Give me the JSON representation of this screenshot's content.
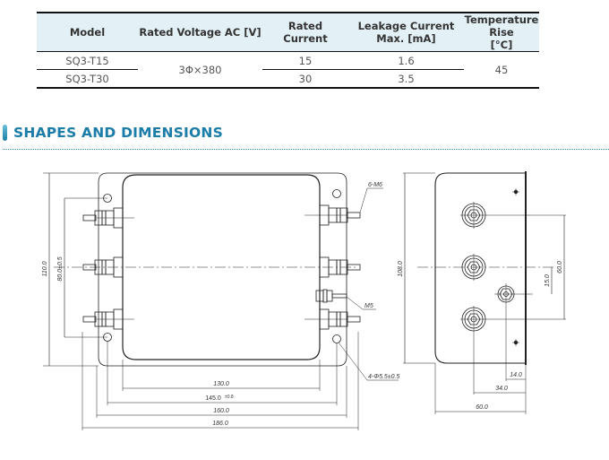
{
  "spec_table": {
    "headers": [
      "Model",
      "Rated Voltage AC [V]",
      "Rated\nCurrent",
      "Leakage Current\nMax. [mA]",
      "Temperature Rise\n[°C]"
    ],
    "header_lines": {
      "model": "Model",
      "voltage": "Rated Voltage AC [V]",
      "current_1": "Rated",
      "current_2": "Current",
      "leak_1": "Leakage Current",
      "leak_2": "Max. [mA]",
      "temp_1": "Temperature Rise",
      "temp_2": "[°C]"
    },
    "rows": [
      {
        "model": "SQ3-T15",
        "rated_current": "15",
        "leakage": "1.6"
      },
      {
        "model": "SQ3-T30",
        "rated_current": "30",
        "leakage": "3.5"
      }
    ],
    "shared_voltage": "3Φ×380",
    "shared_temp_rise": "45"
  },
  "section": {
    "title": "SHAPES AND DIMENSIONS",
    "accent_color": "#1b7da8"
  },
  "drawing": {
    "front_view": {
      "height_total": "110.0",
      "terminal_pitch": "80.0±0.5",
      "terminal_callout": "6-M6",
      "ground_callout": "M5",
      "hole_callout": "4-Φ5.5±0.5",
      "width_body": "130.0",
      "width_mount": "145.0",
      "width_mount_tol": "±0.8",
      "width_flange": "160.0",
      "width_overall": "186.0"
    },
    "side_view": {
      "height": "108.0",
      "terminal_span": "60.0",
      "ground_offset": "15.0",
      "ground_depth": "14.0",
      "terminal_depth": "34.0",
      "depth_overall": "60.0"
    }
  }
}
